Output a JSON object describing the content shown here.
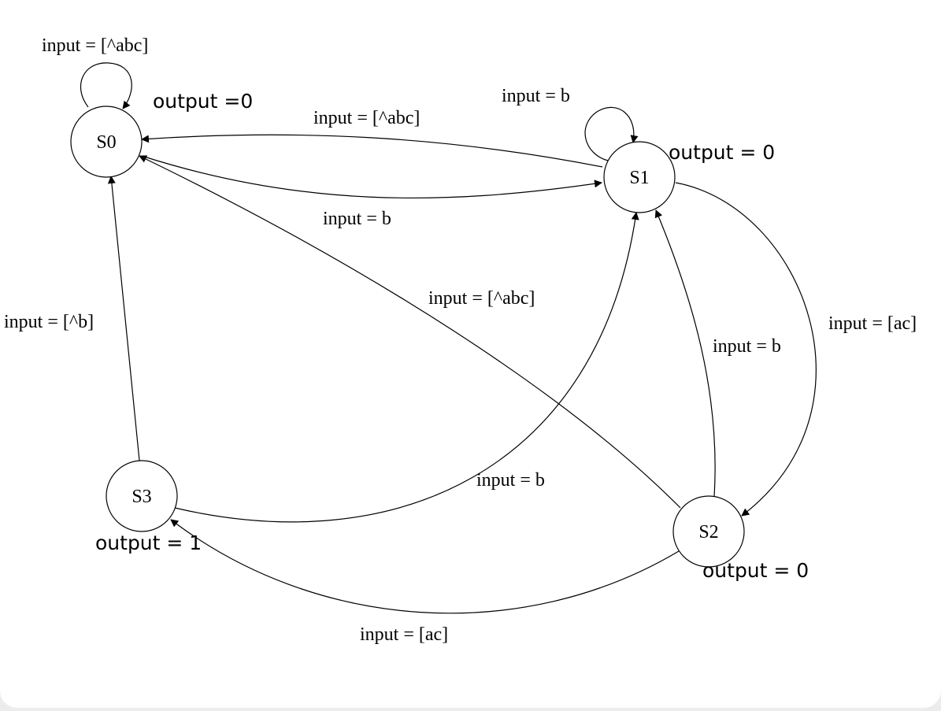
{
  "states": [
    {
      "id": "s0",
      "label": "S0",
      "output": "output =0"
    },
    {
      "id": "s1",
      "label": "S1",
      "output": "output = 0"
    },
    {
      "id": "s2",
      "label": "S2",
      "output": "output = 0"
    },
    {
      "id": "s3",
      "label": "S3",
      "output": "output = 1"
    }
  ],
  "transitions": [
    {
      "id": "s0-s0",
      "from": "S0",
      "to": "S0",
      "label": "input = [^abc]"
    },
    {
      "id": "s1-s0",
      "from": "S1",
      "to": "S0",
      "label": "input = [^abc]"
    },
    {
      "id": "s0-s1",
      "from": "S0",
      "to": "S1",
      "label": "input = b"
    },
    {
      "id": "s1-s1",
      "from": "S1",
      "to": "S1",
      "label": "input = b"
    },
    {
      "id": "s2-s0",
      "from": "S2",
      "to": "S0",
      "label": "input = [^abc]"
    },
    {
      "id": "s1-s2",
      "from": "S1",
      "to": "S2",
      "label": "input = [ac]"
    },
    {
      "id": "s2-s1",
      "from": "S2",
      "to": "S1",
      "label": "input = b"
    },
    {
      "id": "s3-s0",
      "from": "S3",
      "to": "S0",
      "label": "input = [^b]"
    },
    {
      "id": "s3-s1",
      "from": "S3",
      "to": "S1",
      "label": "input = b"
    },
    {
      "id": "s2-s3",
      "from": "S2",
      "to": "S3",
      "label": "input = [ac]"
    }
  ]
}
